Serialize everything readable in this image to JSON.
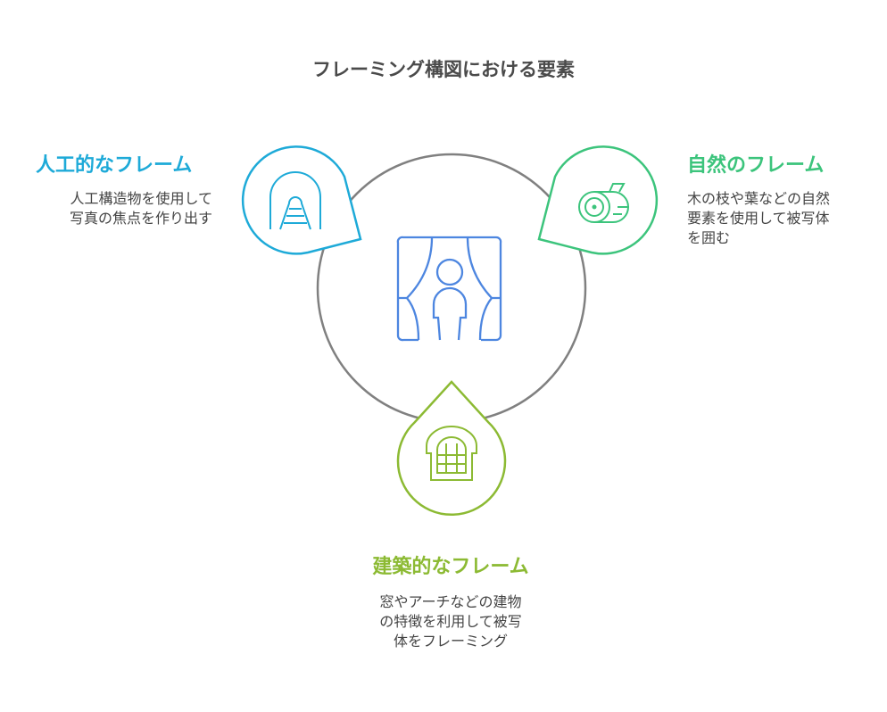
{
  "title": "フレーミング構図における要素",
  "colors": {
    "artificial": "#1eaad8",
    "natural": "#3cc47c",
    "architectural": "#8cba33",
    "center": "#4d86e0",
    "ring": "#808080"
  },
  "items": [
    {
      "heading": "人工的なフレーム",
      "lines": [
        "人工構造物を使用して",
        "写真の焦点を作り出す"
      ],
      "icon": "tunnel-railway-icon"
    },
    {
      "heading": "自然のフレーム",
      "lines": [
        "木の枝や葉などの自然",
        "要素を使用して被写体",
        "を囲む"
      ],
      "icon": "log-wood-icon"
    },
    {
      "heading": "建築的なフレーム",
      "lines": [
        "窓やアーチなどの建物",
        "の特徴を利用して被写",
        "体をフレーミング"
      ],
      "icon": "arched-window-icon"
    }
  ],
  "center_icon": "person-curtain-frame-icon"
}
